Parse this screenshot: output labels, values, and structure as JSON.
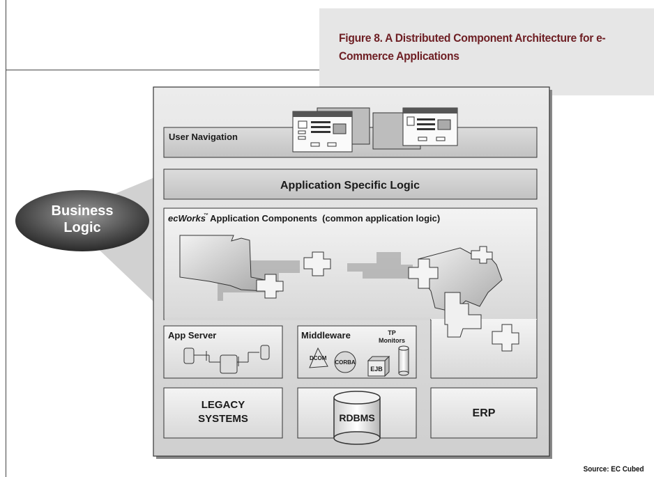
{
  "figure": {
    "title": "Figure 8. A Distributed Component Architecture for e-Commerce Applications",
    "source": "Source: EC Cubed"
  },
  "diagram": {
    "callout": {
      "line1": "Business",
      "line2": "Logic"
    },
    "user_navigation": "User Navigation",
    "application_specific_logic": "Application Specific Logic",
    "components": {
      "brand": "ecWorks",
      "tm": "™",
      "text": " Application Components  (common application logic)"
    },
    "app_server": "App Server",
    "middleware": {
      "title": "Middleware",
      "tp1": "TP",
      "tp2": "Monitors",
      "dcom": "DCOM",
      "corba": "CORBA",
      "ejb": "EJB"
    },
    "legacy": {
      "line1": "LEGACY",
      "line2": "SYSTEMS"
    },
    "rdbms": "RDBMS",
    "erp": "ERP"
  },
  "colors": {
    "caption_bg": "#e6e6e6",
    "caption_text": "#6e1f24",
    "panel": "#d9d9d9",
    "band": "#cfcfcf"
  }
}
